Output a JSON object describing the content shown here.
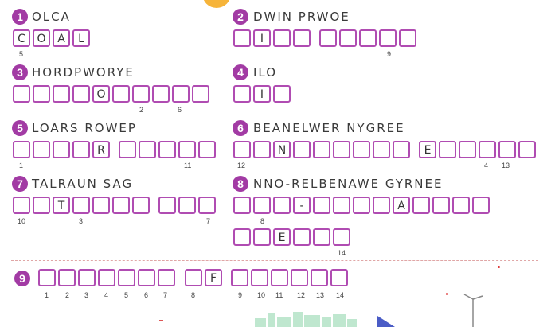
{
  "puzzles": [
    {
      "number": "1",
      "clue": "OLCA"
    },
    {
      "number": "2",
      "clue": "DWIN PRWOE"
    },
    {
      "number": "3",
      "clue": "HORDPWORYE"
    },
    {
      "number": "4",
      "clue": "ILO"
    },
    {
      "number": "5",
      "clue": "LOARS ROWEP"
    },
    {
      "number": "6",
      "clue": "BEANELWER NYGREE"
    },
    {
      "number": "7",
      "clue": "TALRAUN SAG"
    },
    {
      "number": "8",
      "clue": "NNO-RELBENAWE GYRNEE"
    },
    {
      "number": "9",
      "clue": ""
    }
  ],
  "letters": [
    "C",
    "O",
    "A",
    "L",
    "I",
    "O",
    "I",
    "R",
    "N",
    "E",
    "T",
    "-",
    "A",
    "E",
    "F"
  ],
  "subs": [
    "5",
    "9",
    "2",
    "6",
    "1",
    "11",
    "12",
    "4",
    "13",
    "10",
    "3",
    "7",
    "8",
    "14",
    "1",
    "2",
    "3",
    "4",
    "5",
    "6",
    "7",
    "8",
    "9",
    "10",
    "11",
    "12",
    "13",
    "14"
  ],
  "colors": {
    "accent": "#a23ba4",
    "box_border": "#b04cb2",
    "sun": "#f6b43a"
  }
}
